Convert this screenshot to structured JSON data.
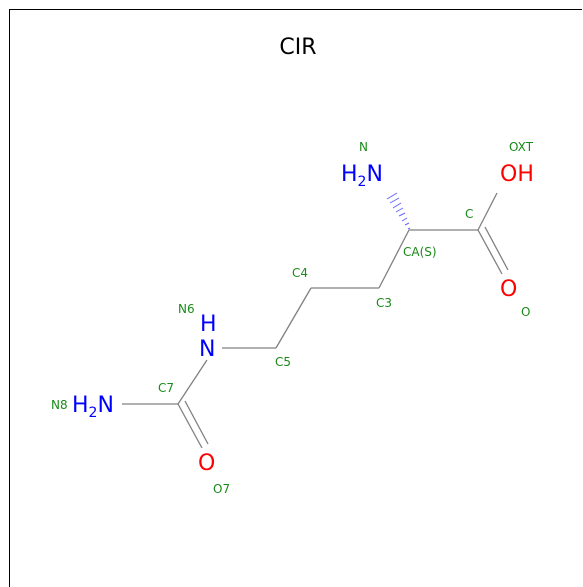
{
  "title": "CIR",
  "colors": {
    "nitrogen": "#0000ff",
    "oxygen": "#ff0000",
    "label": "#1a8a1a",
    "bond": "#808080"
  },
  "atoms": {
    "n_amine": {
      "main": "H",
      "sub": "2",
      "tail": "N"
    },
    "oh": {
      "main": "OH"
    },
    "o": {
      "main": "O"
    },
    "n6": {
      "main": "N",
      "h": "H"
    },
    "n8": {
      "main": "H",
      "sub": "2",
      "tail": "N"
    },
    "o7": {
      "main": "O"
    }
  },
  "labels": {
    "N": "N",
    "OXT": "OXT",
    "C": "C",
    "CA": "CA(S)",
    "C4": "C4",
    "C3": "C3",
    "N6": "N6",
    "C5": "C5",
    "C7": "C7",
    "N8": "N8",
    "O7": "O7",
    "O": "O"
  }
}
